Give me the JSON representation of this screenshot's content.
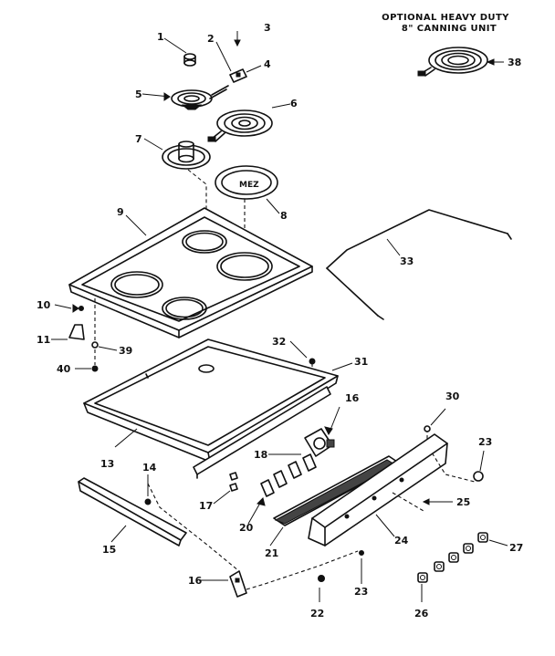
{
  "title": {
    "line1": "OPTIONAL HEAVY DUTY",
    "line2": "8\" CANNING UNIT"
  },
  "callouts": {
    "c1": "1",
    "c2": "2",
    "c3": "3",
    "c4": "4",
    "c5": "5",
    "c6": "6",
    "c7": "7",
    "c8": "8",
    "c9": "9",
    "c10": "10",
    "c11": "11",
    "c13": "13",
    "c14": "14",
    "c15": "15",
    "c16a": "16",
    "c16b": "16",
    "c17": "17",
    "c18": "18",
    "c20": "20",
    "c21": "21",
    "c22": "22",
    "c23a": "23",
    "c23b": "23",
    "c24": "24",
    "c25": "25",
    "c26": "26",
    "c27": "27",
    "c30": "30",
    "c31": "31",
    "c32": "32",
    "c33": "33",
    "c38": "38",
    "c39": "39",
    "c40": "40"
  }
}
